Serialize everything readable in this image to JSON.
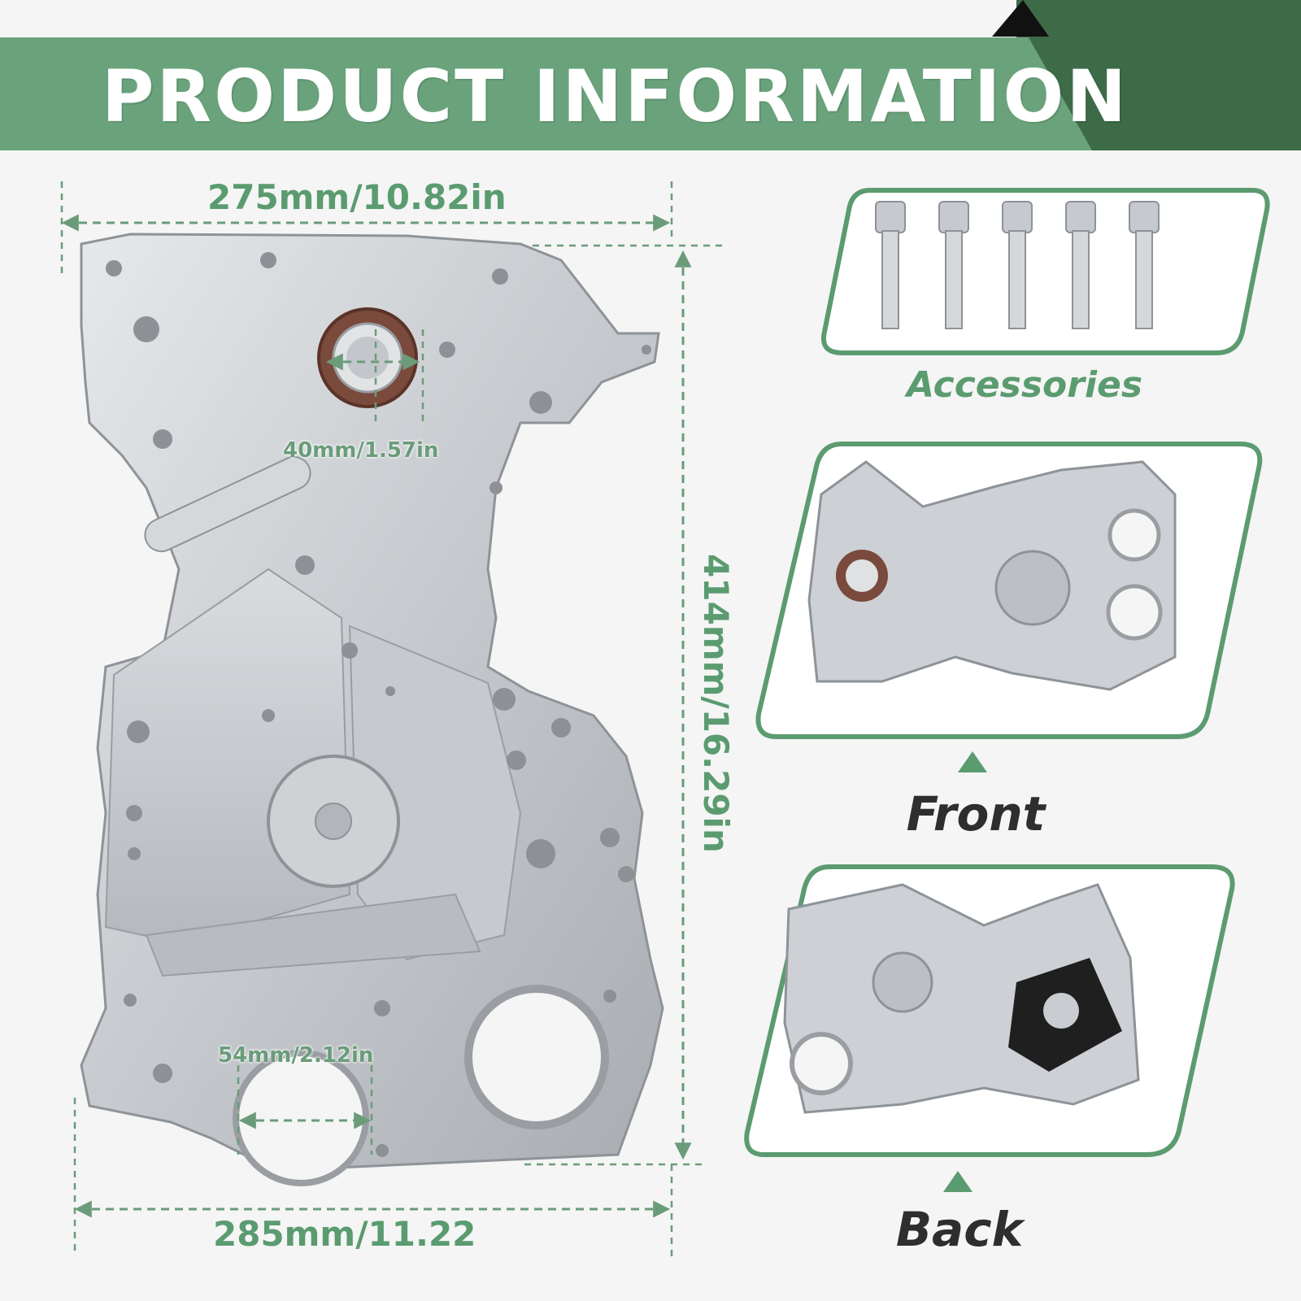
{
  "header": {
    "title": "PRODUCT INFORMATION"
  },
  "dimensions": {
    "top_width": "275mm/10.82in",
    "bottom_width": "285mm/11.22",
    "height": "414mm/16.29in",
    "seal_diameter": "40mm/1.57in",
    "bore_diameter": "54mm/2.12in"
  },
  "panels": {
    "accessories_label": "Accessories",
    "front_label": "Front",
    "back_label": "Back",
    "bolt_count": 5
  },
  "colors": {
    "banner_green": "#6aa37b",
    "dark_green": "#3d6b48",
    "accent_green": "#5b9b70",
    "label_dark": "#2e2e2e",
    "background": "#f4f5f4"
  }
}
